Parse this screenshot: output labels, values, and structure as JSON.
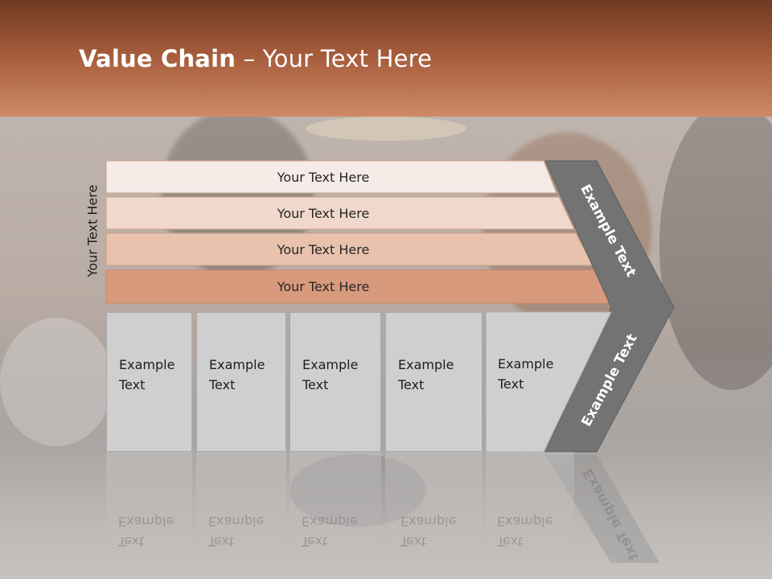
{
  "title": {
    "bold": "Value Chain",
    "rest": " – Your Text Here"
  },
  "side_label": "Your Text Here",
  "rows": [
    {
      "label": "Your Text Here",
      "color": "#f5ebe7"
    },
    {
      "label": "Your Text Here",
      "color": "#f0d9cc"
    },
    {
      "label": "Your Text Here",
      "color": "#e8c2ad"
    },
    {
      "label": "Your Text Here",
      "color": "#d89a7c"
    }
  ],
  "boxes": [
    {
      "line1": "Example",
      "line2": "Text"
    },
    {
      "line1": "Example",
      "line2": "Text"
    },
    {
      "line1": "Example",
      "line2": "Text"
    },
    {
      "line1": "Example",
      "line2": "Text"
    },
    {
      "line1": "Example",
      "line2": "Text"
    }
  ],
  "chevron_top_label": "Example Text",
  "chevron_bottom_label": "Example Text",
  "colors": {
    "header": "#a35a3a",
    "chevron": "#737373"
  }
}
